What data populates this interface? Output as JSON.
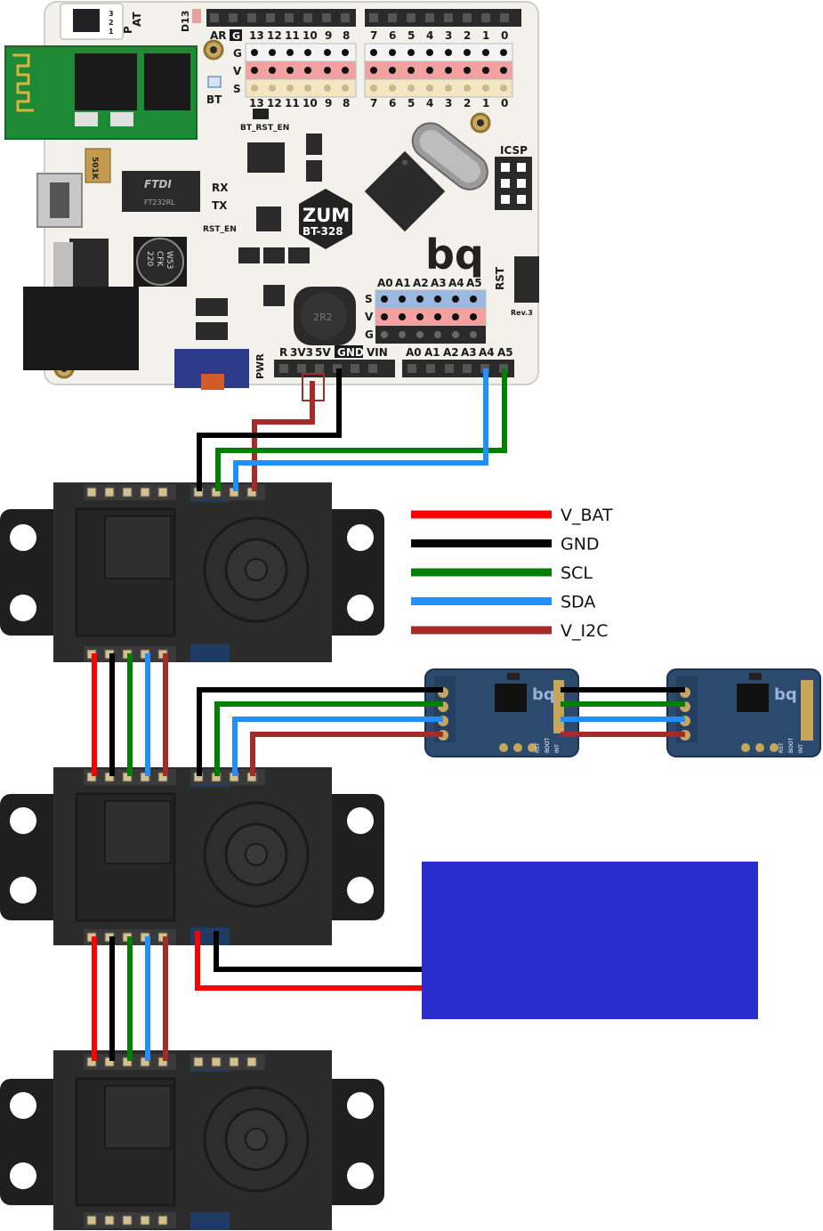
{
  "board": {
    "name": "ZUM",
    "model": "BT-328",
    "brand": "bq",
    "revision": "Rev.3",
    "ftdi_chip": "FTDI",
    "ftdi_part": "FT232RL",
    "resistor_code": "501K",
    "capacitor_text": [
      "220",
      "CFK",
      "W53"
    ],
    "inductor_text": "2R2",
    "icsp_label": "ICSP",
    "rst_label": "RST",
    "bt_label": "BT",
    "bt_rst_en_label": "BT_RST_EN",
    "rst_en_label": "RST_EN",
    "rx_label": "RX",
    "tx_label": "TX",
    "pwr_label": "PWR",
    "p_label": "P",
    "at_label": "AT",
    "dip_numbers": [
      "3",
      "2",
      "1"
    ],
    "d13_label": "D13",
    "ar_label": "AR",
    "g_label": "G",
    "row_labels": [
      "G",
      "V",
      "S"
    ],
    "digital_left": [
      "13",
      "12",
      "11",
      "10",
      "9",
      "8"
    ],
    "digital_right": [
      "7",
      "6",
      "5",
      "4",
      "3",
      "2",
      "1",
      "0"
    ],
    "analog_pins": [
      "A0",
      "A1",
      "A2",
      "A3",
      "A4",
      "A5"
    ],
    "analog_rows": [
      "S",
      "V",
      "G"
    ],
    "power_header": [
      "R",
      "3V3",
      "5V",
      "GND",
      "VIN"
    ]
  },
  "legend": [
    {
      "label": "V_BAT",
      "color": "#ff0000"
    },
    {
      "label": "GND",
      "color": "#000000"
    },
    {
      "label": "SCL",
      "color": "#008000"
    },
    {
      "label": "SDA",
      "color": "#1e90ff"
    },
    {
      "label": "V_I2C",
      "color": "#a52a2a"
    }
  ],
  "sensor": {
    "brand": "bq",
    "pins": [
      "RST",
      "BOOT",
      "INT"
    ]
  },
  "battery_color": "#2a2ccc"
}
